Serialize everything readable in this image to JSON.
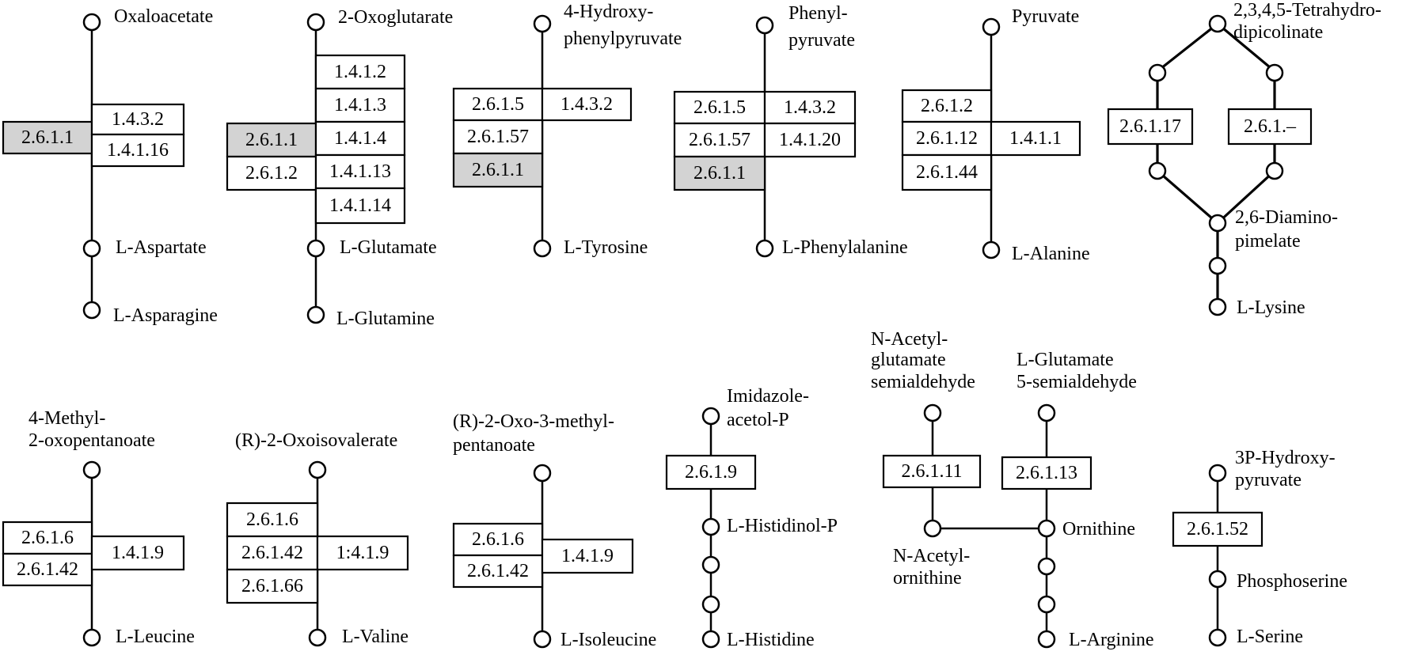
{
  "colors": {
    "highlight": "#d3d3d3",
    "ink": "#000000"
  },
  "pathways": {
    "asp": {
      "top": "Oxaloacetate",
      "mid": "L-Aspartate",
      "bot": "L-Asparagine",
      "ec": [
        "2.6.1.1",
        "1.4.3.2",
        "1.4.1.16"
      ],
      "highlighted": [
        "2.6.1.1"
      ]
    },
    "glu": {
      "top": "2-Oxoglutarate",
      "mid": "L-Glutamate",
      "bot": "L-Glutamine",
      "ec": [
        "1.4.1.2",
        "1.4.1.3",
        "2.6.1.1",
        "1.4.1.4",
        "2.6.1.2",
        "1.4.1.13",
        "1.4.1.14"
      ],
      "highlighted": [
        "2.6.1.1"
      ]
    },
    "tyr": {
      "top1": "4-Hydroxy-",
      "top2": "phenylpyruvate",
      "bot": "L-Tyrosine",
      "ec": [
        "2.6.1.5",
        "1.4.3.2",
        "2.6.1.57",
        "2.6.1.1"
      ],
      "highlighted": [
        "2.6.1.1"
      ]
    },
    "phe": {
      "top1": "Phenyl-",
      "top2": "pyruvate",
      "bot": "L-Phenylalanine",
      "ec": [
        "2.6.1.5",
        "1.4.3.2",
        "2.6.1.57",
        "1.4.1.20",
        "2.6.1.1"
      ],
      "highlighted": [
        "2.6.1.1"
      ]
    },
    "ala": {
      "top": "Pyruvate",
      "bot": "L-Alanine",
      "ec": [
        "2.6.1.2",
        "2.6.1.12",
        "1.4.1.1",
        "2.6.1.44"
      ]
    },
    "lys": {
      "top1": "2,3,4,5-Tetrahydro-",
      "top2": "dipicolinate",
      "mid1": "2,6-Diamino-",
      "mid2": "pimelate",
      "bot": "L-Lysine",
      "ec": [
        "2.6.1.17",
        "2.6.1.–"
      ]
    },
    "leu": {
      "top1": "4-Methyl-",
      "top2": "2-oxopentanoate",
      "bot": "L-Leucine",
      "ec": [
        "2.6.1.6",
        "2.6.1.42",
        "1.4.1.9"
      ]
    },
    "val": {
      "top": "(R)-2-Oxoisovalerate",
      "bot": "L-Valine",
      "ec": [
        "2.6.1.6",
        "2.6.1.42",
        "1:4.1.9",
        "2.6.1.66"
      ]
    },
    "ile": {
      "top1": "(R)-2-Oxo-3-methyl-",
      "top2": "pentanoate",
      "bot": "L-Isoleucine",
      "ec": [
        "2.6.1.6",
        "2.6.1.42",
        "1.4.1.9"
      ]
    },
    "his": {
      "top1": "Imidazole-",
      "top2": "acetol-P",
      "mid": "L-Histidinol-P",
      "bot": "L-Histidine",
      "ec": [
        "2.6.1.9"
      ]
    },
    "arg": {
      "left1": "N-Acetyl-",
      "left2": "glutamate",
      "left3": "semialdehyde",
      "right1": "L-Glutamate",
      "right2": "5-semialdehyde",
      "orn": "Ornithine",
      "nac1": "N-Acetyl-",
      "nac2": "ornithine",
      "bot": "L-Arginine",
      "ec": [
        "2.6.1.11",
        "2.6.1.13"
      ]
    },
    "ser": {
      "top1": "3P-Hydroxy-",
      "top2": "pyruvate",
      "mid": "Phosphoserine",
      "bot": "L-Serine",
      "ec": [
        "2.6.1.52"
      ]
    }
  }
}
